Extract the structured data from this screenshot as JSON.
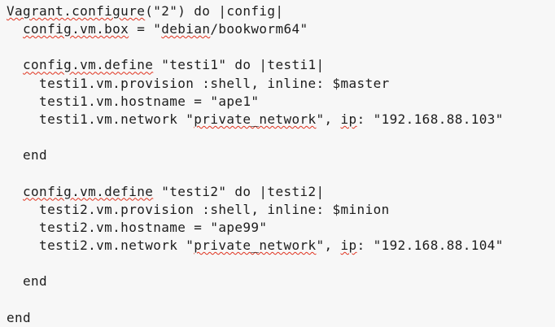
{
  "window": {
    "background_color": "#f7f7f7"
  },
  "code": {
    "language": "ruby-vagrantfile",
    "text_color": "#1d1d1d",
    "squiggle_color": "#e0321e",
    "lines": [
      {
        "segments": [
          {
            "t": "Vagrant.configure",
            "m": true
          },
          {
            "t": "(\"2\") do |config|"
          }
        ]
      },
      {
        "segments": [
          {
            "t": "  "
          },
          {
            "t": "config.vm.box",
            "m": true
          },
          {
            "t": " = \""
          },
          {
            "t": "debian",
            "m": true
          },
          {
            "t": "/bookworm64\""
          }
        ]
      },
      {
        "segments": []
      },
      {
        "segments": [
          {
            "t": "  "
          },
          {
            "t": "config.vm.define",
            "m": true
          },
          {
            "t": " \"testi1\" do |testi1|"
          }
        ]
      },
      {
        "segments": [
          {
            "t": "    testi1.vm.provision :shell, inline: $master"
          }
        ]
      },
      {
        "segments": [
          {
            "t": "    testi1.vm.hostname = \"ape1\""
          }
        ]
      },
      {
        "segments": [
          {
            "t": "    testi1.vm.network \""
          },
          {
            "t": "private_network",
            "m": true
          },
          {
            "t": "\", "
          },
          {
            "t": "ip",
            "m": true
          },
          {
            "t": ": \"192.168.88.103\""
          }
        ]
      },
      {
        "segments": []
      },
      {
        "segments": [
          {
            "t": "  end"
          }
        ]
      },
      {
        "segments": []
      },
      {
        "segments": [
          {
            "t": "  "
          },
          {
            "t": "config.vm.define",
            "m": true
          },
          {
            "t": " \"testi2\" do |testi2|"
          }
        ]
      },
      {
        "segments": [
          {
            "t": "    testi2.vm.provision :shell, inline: $minion"
          }
        ]
      },
      {
        "segments": [
          {
            "t": "    testi2.vm.hostname = \"ape99\""
          }
        ]
      },
      {
        "segments": [
          {
            "t": "    testi2.vm.network \""
          },
          {
            "t": "private_network",
            "m": true
          },
          {
            "t": "\", "
          },
          {
            "t": "ip",
            "m": true
          },
          {
            "t": ": \"192.168.88.104\""
          }
        ]
      },
      {
        "segments": []
      },
      {
        "segments": [
          {
            "t": "  end"
          }
        ]
      },
      {
        "segments": []
      },
      {
        "segments": [
          {
            "t": "end"
          }
        ]
      }
    ]
  }
}
